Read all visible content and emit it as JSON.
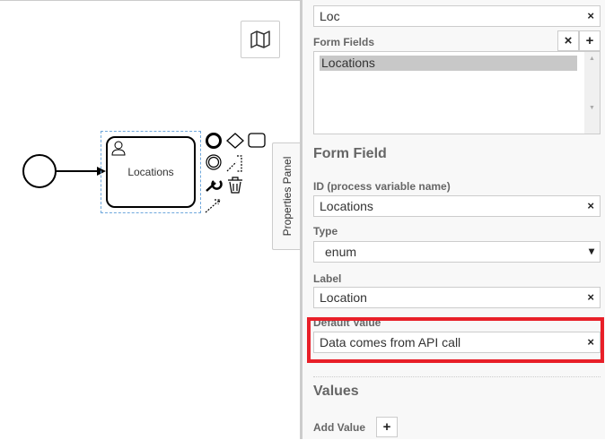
{
  "canvas": {
    "task_label": "Locations",
    "properties_tab": "Properties Panel"
  },
  "panel": {
    "top_input": "Loc",
    "form_fields_label": "Form Fields",
    "form_fields_items": [
      "Locations"
    ],
    "form_field_heading": "Form Field",
    "id_label": "ID (process variable name)",
    "id_value": "Locations",
    "type_label": "Type",
    "type_value": "enum",
    "label_label": "Label",
    "label_value": "Location",
    "default_label": "Default Value",
    "default_value": "Data comes from API call",
    "values_heading": "Values",
    "add_value_label": "Add Value",
    "clear": "×",
    "add": "+",
    "dropdown": "▾"
  },
  "colors": {
    "highlight": "#e81f28",
    "selection": "#6fa8dc"
  }
}
